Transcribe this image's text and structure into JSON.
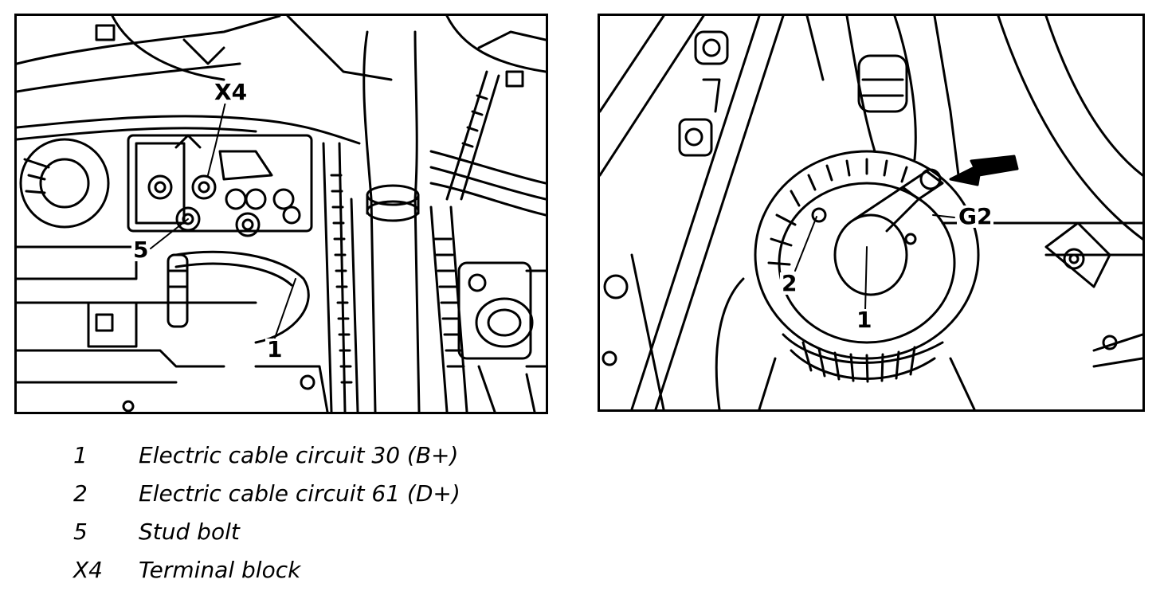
{
  "figures": {
    "left": {
      "callouts": {
        "x4": "X4",
        "five": "5",
        "one": "1"
      }
    },
    "right": {
      "callouts": {
        "g2": "G2",
        "two": "2",
        "one": "1"
      }
    }
  },
  "legend": [
    {
      "key": "1",
      "text": "Electric cable circuit 30 (B+)"
    },
    {
      "key": "2",
      "text": "Electric cable circuit 61 (D+)"
    },
    {
      "key": "5",
      "text": "Stud bolt"
    },
    {
      "key": "X4",
      "text": "Terminal block"
    }
  ]
}
